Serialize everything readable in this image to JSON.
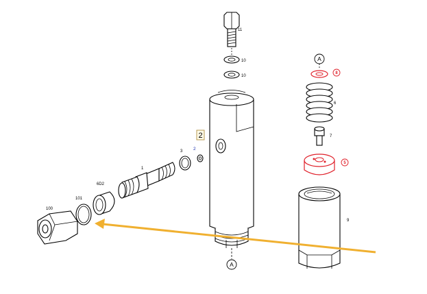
{
  "diagram": {
    "callout_box": "2",
    "section_mark": "A",
    "arrow_color": "#f0b030",
    "highlight_color": "#e0202a",
    "labels": {
      "bolt": "11",
      "washer_a": "10",
      "washer_b": "10",
      "small_ring": "2",
      "o_ring": "3",
      "valve": "1",
      "cap": "6D2",
      "seal": "101",
      "nut": "100",
      "top_red_ring": "8",
      "spring": "6",
      "plunger": "7",
      "red_seat": "5",
      "sleeve": "9"
    }
  }
}
